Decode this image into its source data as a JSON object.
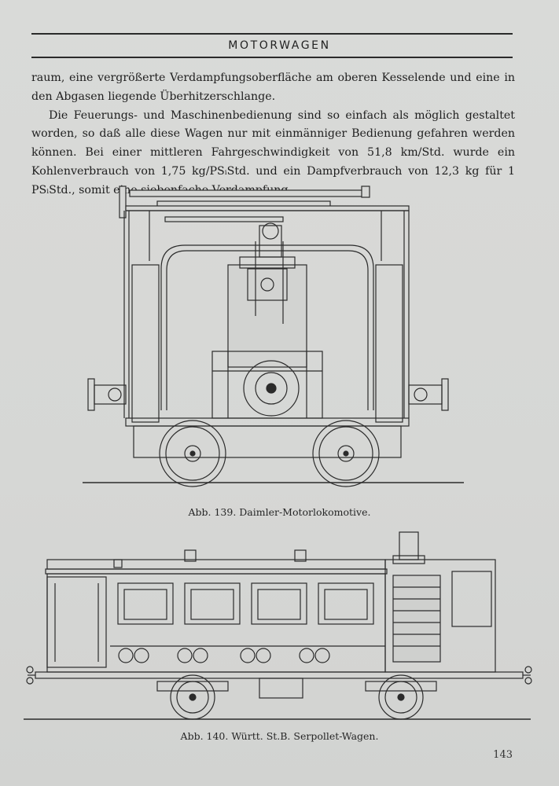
{
  "header": {
    "title": "MOTORWAGEN"
  },
  "body": {
    "paragraph1": "raum, eine vergrößerte Verdampfungsoberfläche am oberen Kesselende und eine in den Abgasen liegende Überhitzerschlange.",
    "paragraph2": "Die Feuerungs- und Maschinenbedienung sind so einfach als möglich gestaltet worden, so daß alle diese Wagen nur mit einmänniger Bedienung gefahren werden können. Bei einer mittleren Fahrgeschwindigkeit von 51,8 km/Std. wurde ein Kohlenverbrauch von 1,75 kg/PSᵢStd. und ein Dampfverbrauch von 12,3 kg für 1 PSᵢStd., somit eine siebenfache Verdampfung"
  },
  "figures": {
    "fig139_caption": "Abb. 139.  Daimler-Motorlokomotive.",
    "fig140_caption": "Abb. 140.  Württ. St.B.   Serpollet-Wagen."
  },
  "footer": {
    "page_number": "143"
  }
}
